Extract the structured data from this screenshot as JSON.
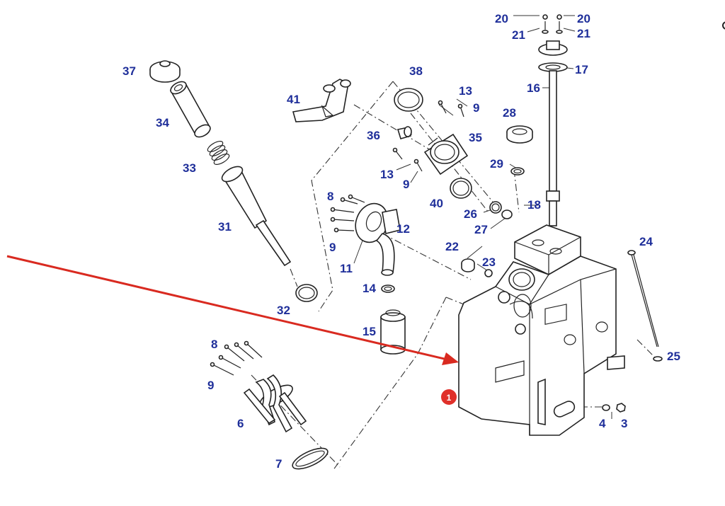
{
  "labels": {
    "l1": "1",
    "l3": "3",
    "l4": "4",
    "l6": "6",
    "l7": "7",
    "l8a": "8",
    "l8b": "8",
    "l9a": "9",
    "l9b": "9",
    "l9c": "9",
    "l9d": "9",
    "l11": "11",
    "l12": "12",
    "l13a": "13",
    "l13b": "13",
    "l14": "14",
    "l15": "15",
    "l16": "16",
    "l17": "17",
    "l18": "18",
    "l20a": "20",
    "l20b": "20",
    "l21a": "21",
    "l21b": "21",
    "l22": "22",
    "l23": "23",
    "l24": "24",
    "l25": "25",
    "l26": "26",
    "l27": "27",
    "l28": "28",
    "l29": "29",
    "l31": "31",
    "l32": "32",
    "l33": "33",
    "l34": "34",
    "l35": "35",
    "l36": "36",
    "l37": "37",
    "l38": "38",
    "l40": "40",
    "l41": "41"
  },
  "colors": {
    "callout": "#1f2f9a",
    "arrow": "#d92a20",
    "badge": "#e0302a",
    "line": "#222222"
  },
  "icons": {
    "corner": "magnifier-icon"
  }
}
